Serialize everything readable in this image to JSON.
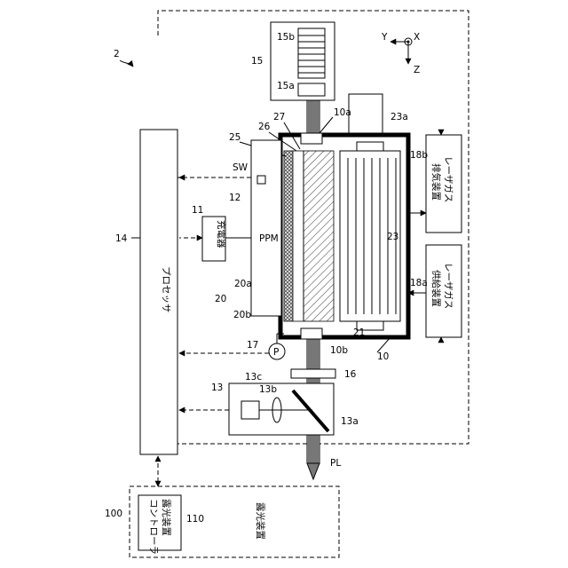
{
  "labels": {
    "system": "2",
    "ref_13": "13",
    "ref_13a": "13a",
    "ref_13b": "13b",
    "ref_13c": "13c",
    "ref_11": "11",
    "ref_12": "12",
    "ref_14": "14",
    "ref_15": "15",
    "ref_15a": "15a",
    "ref_15b": "15b",
    "ref_16": "16",
    "ref_17": "17",
    "ref_10": "10",
    "ref_10a": "10a",
    "ref_10b": "10b",
    "ref_18a": "18a",
    "ref_18b": "18b",
    "ref_20": "20",
    "ref_20a": "20a",
    "ref_20b": "20b",
    "ref_21": "21",
    "ref_23": "23",
    "ref_23a": "23a",
    "ref_25": "25",
    "ref_26": "26",
    "ref_27": "27",
    "ref_100": "100",
    "ref_110": "110",
    "sw": "SW",
    "ppm": "PPM",
    "p": "P",
    "pl": "PL",
    "axis_x": "X",
    "axis_y": "Y",
    "axis_z": "Z"
  },
  "blocks": {
    "processor": "プロセッサ",
    "charger": "充電器",
    "exposure_device": "露光装置",
    "exposure_controller_line1": "露光装置",
    "exposure_controller_line2": "コントローラ",
    "gas_exhaust_line1": "レーザガス",
    "gas_exhaust_line2": "排気装置",
    "gas_supply_line1": "レーザガス",
    "gas_supply_line2": "供給装置"
  }
}
